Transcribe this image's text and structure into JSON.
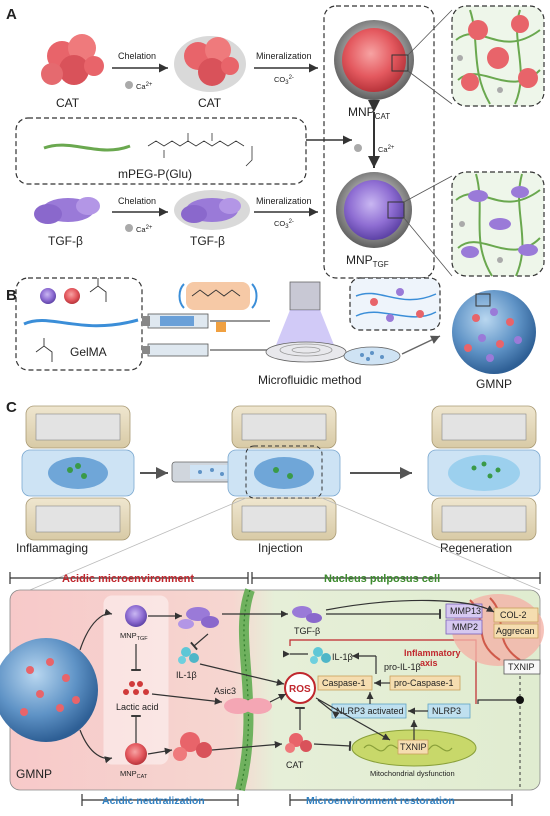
{
  "panel_a": {
    "label": "A",
    "cat": "CAT",
    "cat2": "CAT",
    "chelation_top": "Chelation",
    "ca_top": "Ca",
    "sup_2plus": "2+",
    "mineralization_top": "Mineralization",
    "co3_top": "CO",
    "co3_sub": "3",
    "co3_sup": "2-",
    "mnp_cat": "MNP",
    "mnp_cat_sub": "CAT",
    "polymer_name": "mPEG-P(Glu)",
    "ca_mid": "Ca",
    "tgf": "TGF-β",
    "tgf2": "TGF-β",
    "chelation_bottom": "Chelation",
    "ca_bottom": "Ca",
    "mineralization_bottom": "Mineralization",
    "co3_bottom": "CO",
    "mnp_tgf": "MNP",
    "mnp_tgf_sub": "TGF"
  },
  "panel_b": {
    "label": "B",
    "gelma": "GelMA",
    "method": "Microfluidic method",
    "gmnp": "GMNP"
  },
  "panel_c": {
    "label": "C",
    "inflammaging": "Inflammaging",
    "injection": "Injection",
    "regeneration": "Regeneration",
    "acidic_env": "Acidic microenvironment",
    "np_cell": "Nucleus pulposus cell",
    "gmnp": "GMNP",
    "mnp_tgf": "MNP",
    "mnp_tgf_sub": "TGF",
    "mnp_cat": "MNP",
    "mnp_cat_sub": "CAT",
    "lactic": "Lactic acid",
    "il1b_left": "IL-1β",
    "asic3": "Asic3",
    "ros": "ROS",
    "cat": "CAT",
    "tgfb": "TGF-β",
    "il1b_right": "IL-1β",
    "pro_il1b": "pro-IL-1β",
    "caspase": "Caspase-1",
    "pro_caspase": "pro-Caspase-1",
    "nlrp3_act": "NLRP3 activated",
    "nlrp3": "NLRP3",
    "inflam_axis_1": "Inflammatory",
    "inflam_axis_2": "axis",
    "mmp13": "MMP13",
    "mmp2": "MMP2",
    "col2": "COL-2",
    "aggrecan": "Aggrecan",
    "txnip_right": "TXNIP",
    "txnip_mito": "TXNIP",
    "mito": "Mitochondrial dysfunction",
    "acid_neutral": "Acidic neutralization",
    "micro_restore": "Microenvironment restoration"
  },
  "colors": {
    "cat_red": "#e8646a",
    "tgf_purple": "#9a7ad8",
    "green_line": "#6aa84f",
    "red_text": "#c0272d",
    "green_text": "#3e8b2f",
    "blue_text": "#2f7fc1"
  }
}
